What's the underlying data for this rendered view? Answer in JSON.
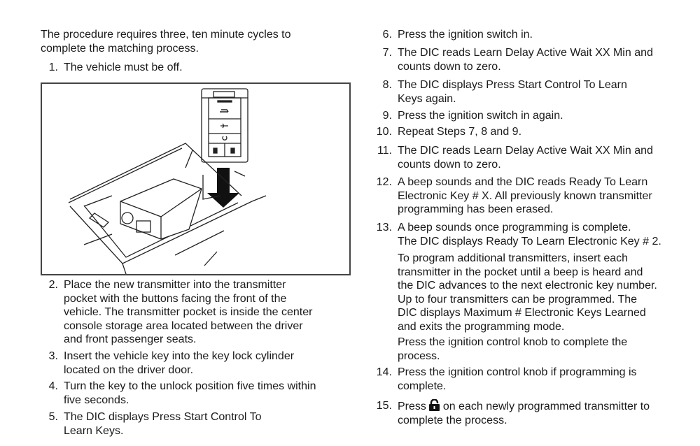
{
  "intro": [
    "The procedure requires three, ten minute cycles to",
    "complete the matching process."
  ],
  "left_steps": [
    {
      "n": "1.",
      "lines": [
        "The vehicle must be off."
      ]
    },
    {
      "n": "2.",
      "lines": [
        "Place the new transmitter into the transmitter",
        "pocket with the buttons facing the front of the",
        "vehicle. The transmitter pocket is inside the center",
        "console storage area located between the driver",
        "and front passenger seats."
      ]
    },
    {
      "n": "3.",
      "lines": [
        "Insert the vehicle key into the key lock cylinder",
        "located on the driver door."
      ]
    },
    {
      "n": "4.",
      "lines": [
        "Turn the key to the unlock position five times within",
        "five seconds."
      ]
    },
    {
      "n": "5.",
      "lines": [
        "The DIC displays Press Start Control To",
        "Learn Keys."
      ]
    }
  ],
  "right_steps": [
    {
      "n": "6.",
      "lines": [
        "Press the ignition switch in."
      ]
    },
    {
      "n": "7.",
      "lines": [
        "The DIC reads Learn Delay Active Wait XX Min and",
        "counts down to zero."
      ]
    },
    {
      "n": "8.",
      "lines": [
        "The DIC displays Press Start Control To Learn",
        "Keys again."
      ]
    },
    {
      "n": "9.",
      "lines": [
        "Press the ignition switch in again."
      ]
    },
    {
      "n": "10.",
      "lines": [
        "Repeat Steps 7, 8 and 9."
      ]
    },
    {
      "n": "11.",
      "lines": [
        "The DIC reads Learn Delay Active Wait XX Min and",
        "counts down to zero."
      ]
    },
    {
      "n": "12.",
      "lines": [
        "A beep sounds and the DIC reads Ready To Learn",
        "Electronic Key # X. All previously known transmitter",
        "programming has been erased."
      ]
    },
    {
      "n": "13.",
      "lines": [
        "A beep sounds once programming is complete.",
        "The DIC displays Ready To Learn Electronic Key # 2."
      ]
    },
    {
      "n": "",
      "lines": [
        "To program additional transmitters, insert each",
        "transmitter in the pocket until a beep is heard and",
        "the DIC advances to the next electronic key number.",
        "Up to four transmitters can be programmed. The",
        "DIC displays Maximum # Electronic Keys Learned",
        "and exits the programming mode."
      ]
    },
    {
      "n": "",
      "lines": [
        "Press the ignition control knob to complete the",
        "process."
      ]
    },
    {
      "n": "14.",
      "lines": [
        "Press the ignition control knob if programming is",
        "complete."
      ]
    }
  ],
  "step15": {
    "n": "15.",
    "before": "Press",
    "after": "on each newly programmed transmitter to",
    "line2": "complete the process.",
    "icon": "unlock-icon"
  }
}
